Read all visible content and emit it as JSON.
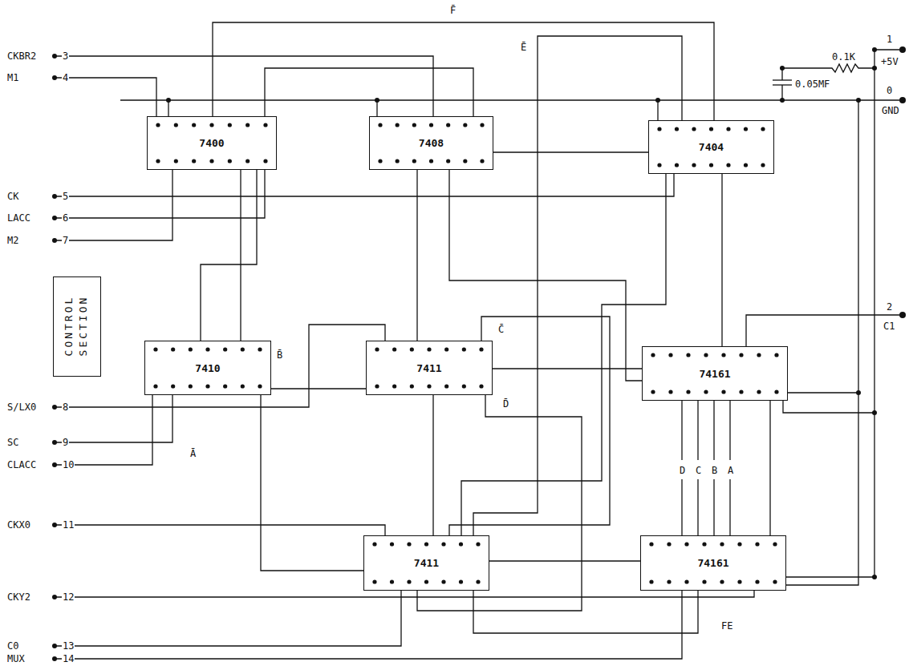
{
  "diagram": {
    "nodes": [
      {
        "text": [
          "7400"
        ]
      },
      {
        "text": [
          "7408"
        ]
      },
      {
        "text": [
          "7404"
        ]
      },
      {
        "text": [
          "CONTROL SECTION"
        ]
      },
      {
        "text": [
          "7410"
        ]
      },
      {
        "text": [
          "7411"
        ]
      },
      {
        "text": [
          "74161"
        ]
      },
      {
        "text": [
          "7411"
        ]
      },
      {
        "text": [
          "74161"
        ]
      }
    ],
    "edges": [
      {
        "from": 0,
        "to": 4,
        "arrow": "none"
      },
      {
        "from": 1,
        "to": 5,
        "arrow": "none"
      },
      {
        "from": 1,
        "to": 2,
        "arrow": "none"
      },
      {
        "from": 2,
        "to": 6,
        "arrow": "none"
      },
      {
        "from": 4,
        "to": 5,
        "arrow": "none"
      },
      {
        "from": 5,
        "to": 6,
        "arrow": "none"
      },
      {
        "from": 5,
        "to": 7,
        "arrow": "none"
      },
      {
        "from": 6,
        "to": 8,
        "arrow": "none"
      },
      {
        "from": 7,
        "to": 8,
        "arrow": "none"
      }
    ],
    "labels": [
      "F̄",
      "Ē",
      "1",
      "+5V",
      "0.05MF",
      "0.1K",
      "0",
      "GND",
      "CKBR2",
      "3",
      "M1",
      "4",
      "CK",
      "5",
      "LACC",
      "6",
      "M2",
      "7",
      "2",
      "C1",
      "C̄",
      "B̄",
      "S/LX0",
      "8",
      "D̄",
      "SC",
      "9",
      "CLACC",
      "10",
      "Ā",
      "D",
      "C",
      "B",
      "A",
      "CKX0",
      "11",
      "CKY2",
      "12",
      "FE",
      "C0",
      "13",
      "MUX",
      "14"
    ]
  }
}
